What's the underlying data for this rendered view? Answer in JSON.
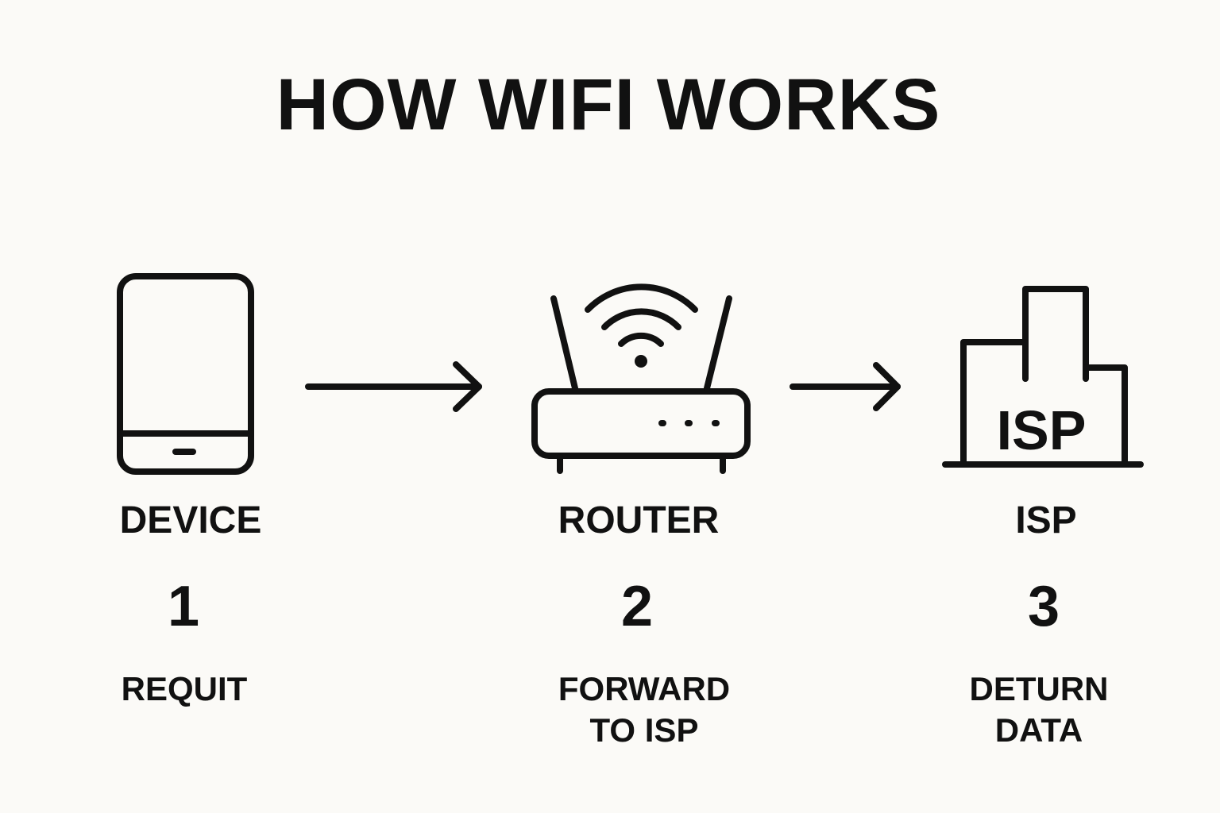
{
  "title": "HOW WIFI WORKS",
  "steps": [
    {
      "label": "DEVICE",
      "number": "1",
      "description": "REQUIT",
      "icon": "phone-icon"
    },
    {
      "label": "ROUTER",
      "number": "2",
      "description_lines": [
        "FORWARD",
        "TO ISP"
      ],
      "icon": "router-icon"
    },
    {
      "label": "ISP",
      "number": "3",
      "description_lines": [
        "DETURN",
        "DATA"
      ],
      "icon": "isp-building-icon",
      "icon_text": "ISP"
    }
  ],
  "colors": {
    "background": "#fbfaf7",
    "ink": "#111111"
  }
}
